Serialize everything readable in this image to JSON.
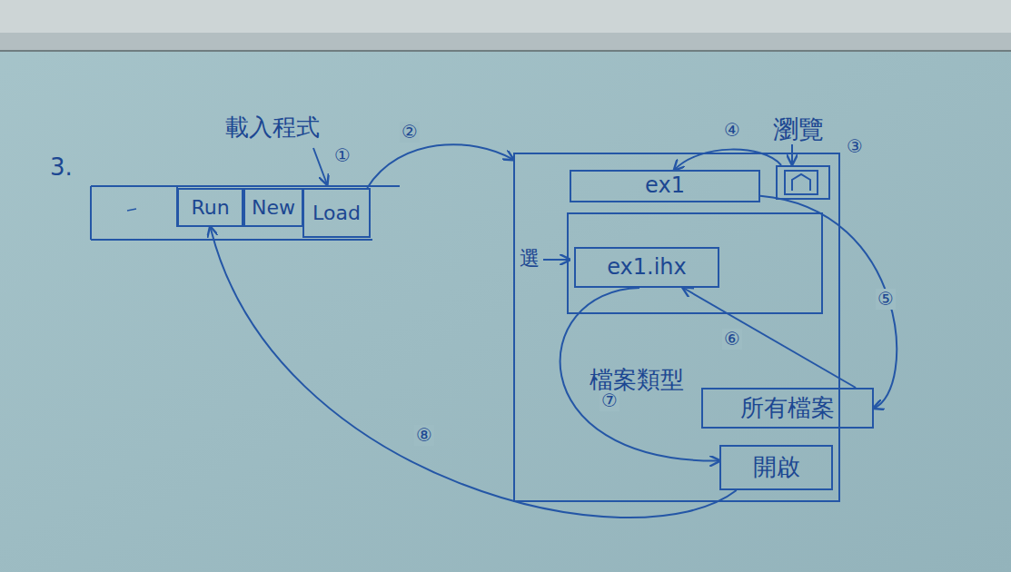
{
  "diagram": {
    "nodes": [
      {
        "text": [
          "Run"
        ]
      },
      {
        "text": [
          "New"
        ]
      },
      {
        "text": [
          "Load"
        ]
      },
      {
        "text": []
      },
      {
        "text": [
          "ex1"
        ],
        "in": 3
      },
      {
        "text": [
          "瀏覽"
        ],
        "in": 3
      },
      {
        "text": [
          "ex1.ihx"
        ],
        "in": 3
      },
      {
        "text": [
          "檔案類型",
          "所有檔案"
        ],
        "in": 3
      },
      {
        "text": [
          "開啟"
        ],
        "in": 3
      }
    ],
    "edges": [
      {
        "from": 2,
        "to": 3,
        "arrow": "to",
        "label": "②"
      },
      {
        "from": 5,
        "to": 4,
        "arrow": "to",
        "label": "④"
      },
      {
        "from": 4,
        "to": 7,
        "arrow": "to",
        "label": "⑤"
      },
      {
        "from": 7,
        "to": 6,
        "arrow": "to",
        "label": "⑥"
      },
      {
        "from": 6,
        "to": 8,
        "arrow": "to",
        "label": "⑦"
      },
      {
        "from": 8,
        "to": 0,
        "arrow": "to",
        "label": "⑧"
      }
    ],
    "labels": [
      "3.",
      "載入程式",
      "①",
      "③",
      "選"
    ]
  }
}
